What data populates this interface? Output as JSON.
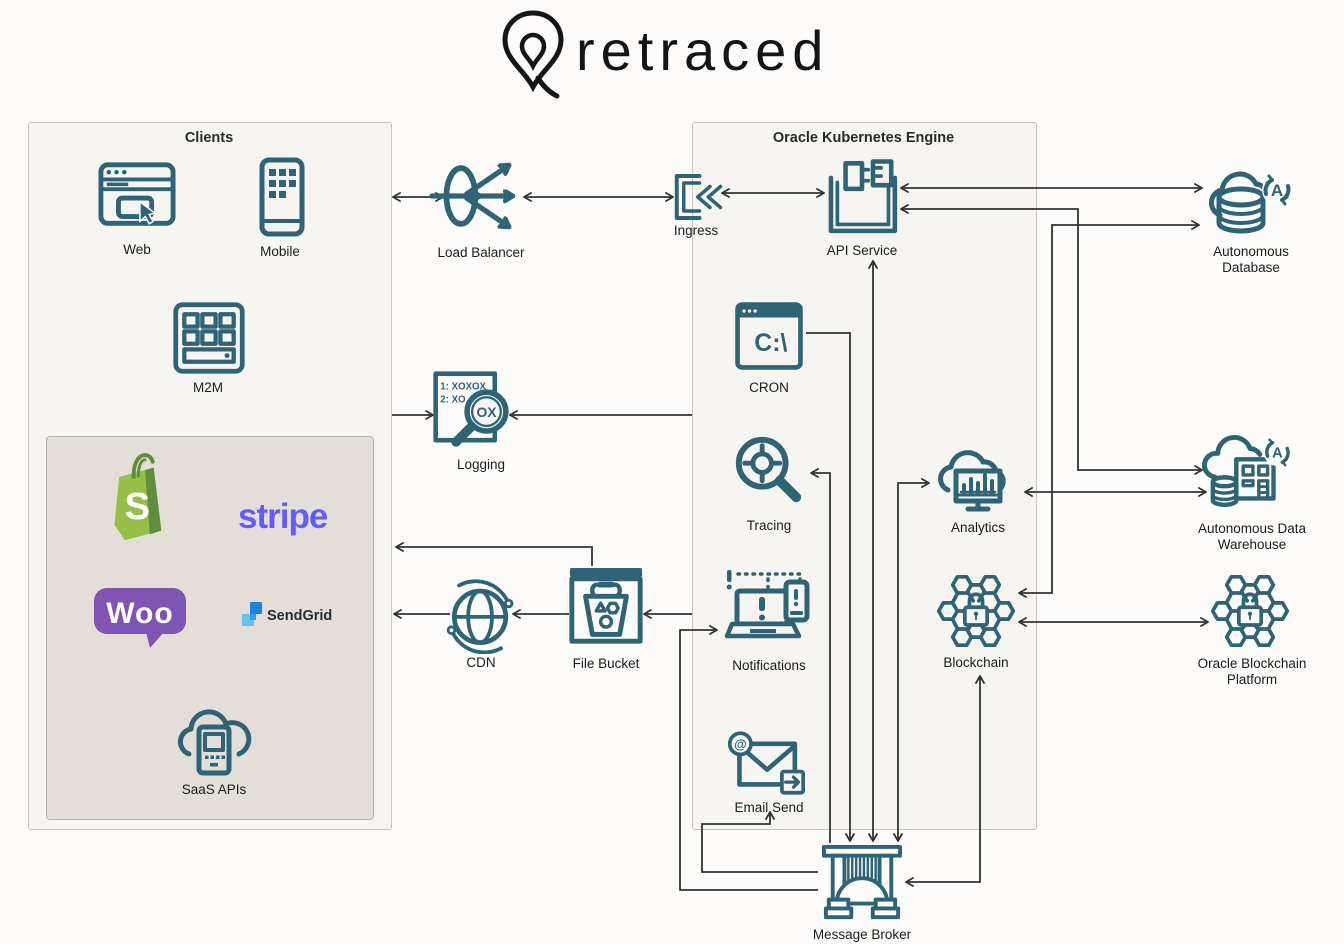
{
  "logo": {
    "brand": "retraced"
  },
  "colors": {
    "icon_teal": "#2e6475",
    "wire": "#333333",
    "group_box_bg": "#f6f5f2",
    "saas_box_bg": "#e3dfd8",
    "shopify_green": "#95bf47",
    "shopify_dark_green": "#5e8e3e",
    "stripe_purple": "#635bff",
    "woo_purple": "#7f54b3",
    "sendgrid_blue": "#1a82e2",
    "sendgrid_light_blue": "#6cc2ee"
  },
  "groups": {
    "clients": {
      "title": "Clients"
    },
    "oke": {
      "title": "Oracle Kubernetes Engine"
    }
  },
  "nodes": {
    "web": {
      "label": "Web"
    },
    "mobile": {
      "label": "Mobile"
    },
    "m2m": {
      "label": "M2M"
    },
    "saas_apis": {
      "label": "SaaS APIs"
    },
    "load_balancer": {
      "label": "Load Balancer"
    },
    "ingress": {
      "label": "Ingress"
    },
    "logging": {
      "label": "Logging"
    },
    "cdn": {
      "label": "CDN"
    },
    "file_bucket": {
      "label": "File Bucket"
    },
    "api_service": {
      "label": "API Service"
    },
    "cron": {
      "label": "CRON"
    },
    "tracing": {
      "label": "Tracing"
    },
    "notifications": {
      "label": "Notifications"
    },
    "email_send": {
      "label": "Email Send"
    },
    "analytics": {
      "label": "Analytics"
    },
    "blockchain": {
      "label": "Blockchain"
    },
    "message_broker": {
      "label": "Message Broker"
    },
    "autonomous_database": {
      "label": "Autonomous Database"
    },
    "autonomous_data_warehouse": {
      "label": "Autonomous Data Warehouse"
    },
    "oracle_blockchain_platform": {
      "label": "Oracle Blockchain Platform"
    }
  },
  "logos": {
    "shopify_letter": "S",
    "stripe": "stripe",
    "woo": "Woo",
    "sendgrid": "SendGrid"
  },
  "icon_text": {
    "cron_prompt": "C:\\",
    "logging_line1": "1: XOXOX",
    "logging_line2": "2: XO",
    "logging_lens": "OX",
    "email_at": "@",
    "a_badge": "A"
  }
}
